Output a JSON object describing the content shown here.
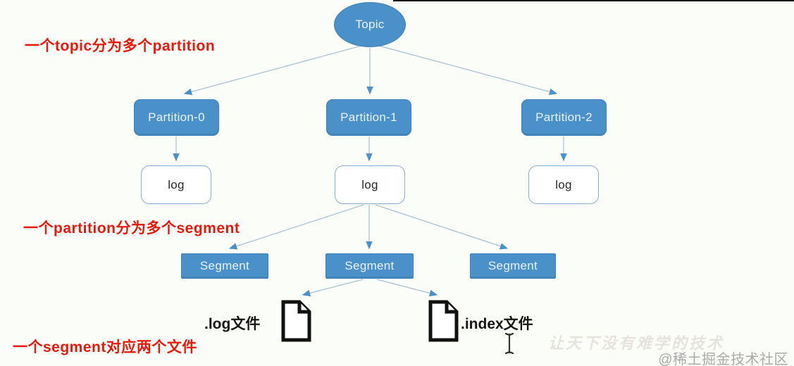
{
  "colors": {
    "background": "#fbfdf9",
    "node_blue": "#4a90c9",
    "node_border": "#3d82ba",
    "arrow_line": "#a9bdd2",
    "arrow_head": "#4a90c9",
    "annotation_red": "#e8190c",
    "watermark_gray": "#ababab"
  },
  "annotations": [
    {
      "text": "一个topic分为多个partition"
    },
    {
      "text": "一个partition分为多个segment"
    },
    {
      "text": "一个segment对应两个文件"
    }
  ],
  "diagram": {
    "root": {
      "label": "Topic"
    },
    "partitions": [
      {
        "label": "Partition-0"
      },
      {
        "label": "Partition-1"
      },
      {
        "label": "Partition-2"
      }
    ],
    "logs": [
      {
        "label": "log"
      },
      {
        "label": "log"
      },
      {
        "label": "log"
      }
    ],
    "segments": [
      {
        "label": "Segment"
      },
      {
        "label": "Segment"
      },
      {
        "label": "Segment"
      }
    ],
    "files": [
      {
        "label": ".log文件",
        "icon": "document-icon"
      },
      {
        "label": ".index文件",
        "icon": "document-icon"
      }
    ]
  },
  "watermarks": {
    "faint": "让天下没有难学的技术",
    "community": "@稀土掘金技术社区"
  }
}
